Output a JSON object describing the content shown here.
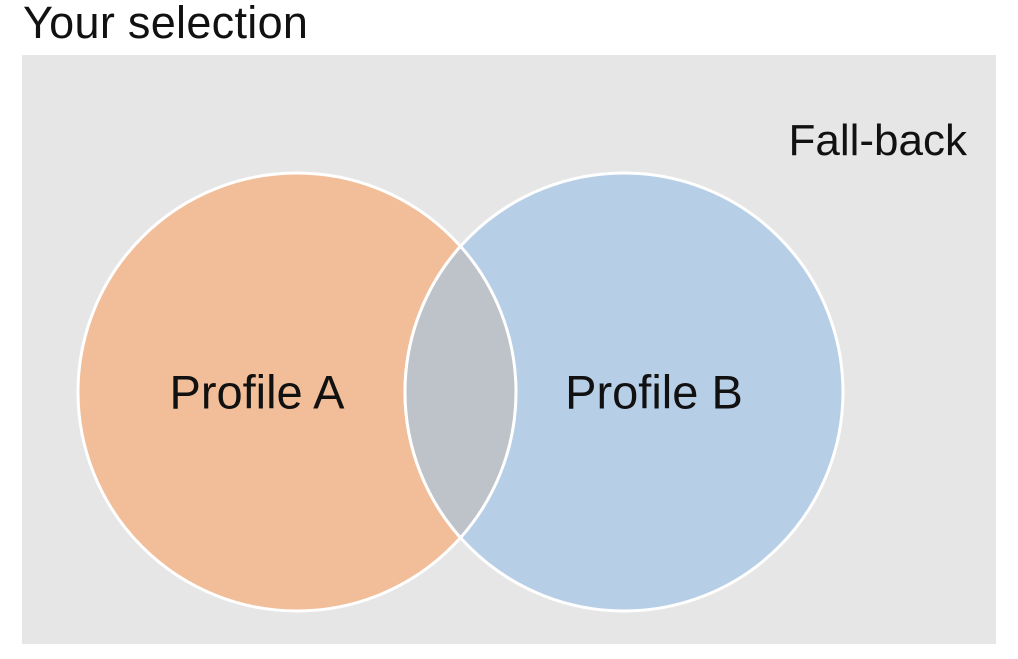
{
  "page": {
    "title": "Your selection"
  },
  "panel": {
    "corner_label": "Fall-back",
    "background_color": "#e6e6e6"
  },
  "venn": {
    "type": "venn-diagram",
    "circles": [
      {
        "id": "profile-a",
        "label": "Profile A",
        "fill": "#f1be99"
      },
      {
        "id": "profile-b",
        "label": "Profile B",
        "fill": "#b7cee7"
      }
    ],
    "overlap_fill": "#bec2c9",
    "outline_color": "#ffffff",
    "text_color": "#111111"
  }
}
